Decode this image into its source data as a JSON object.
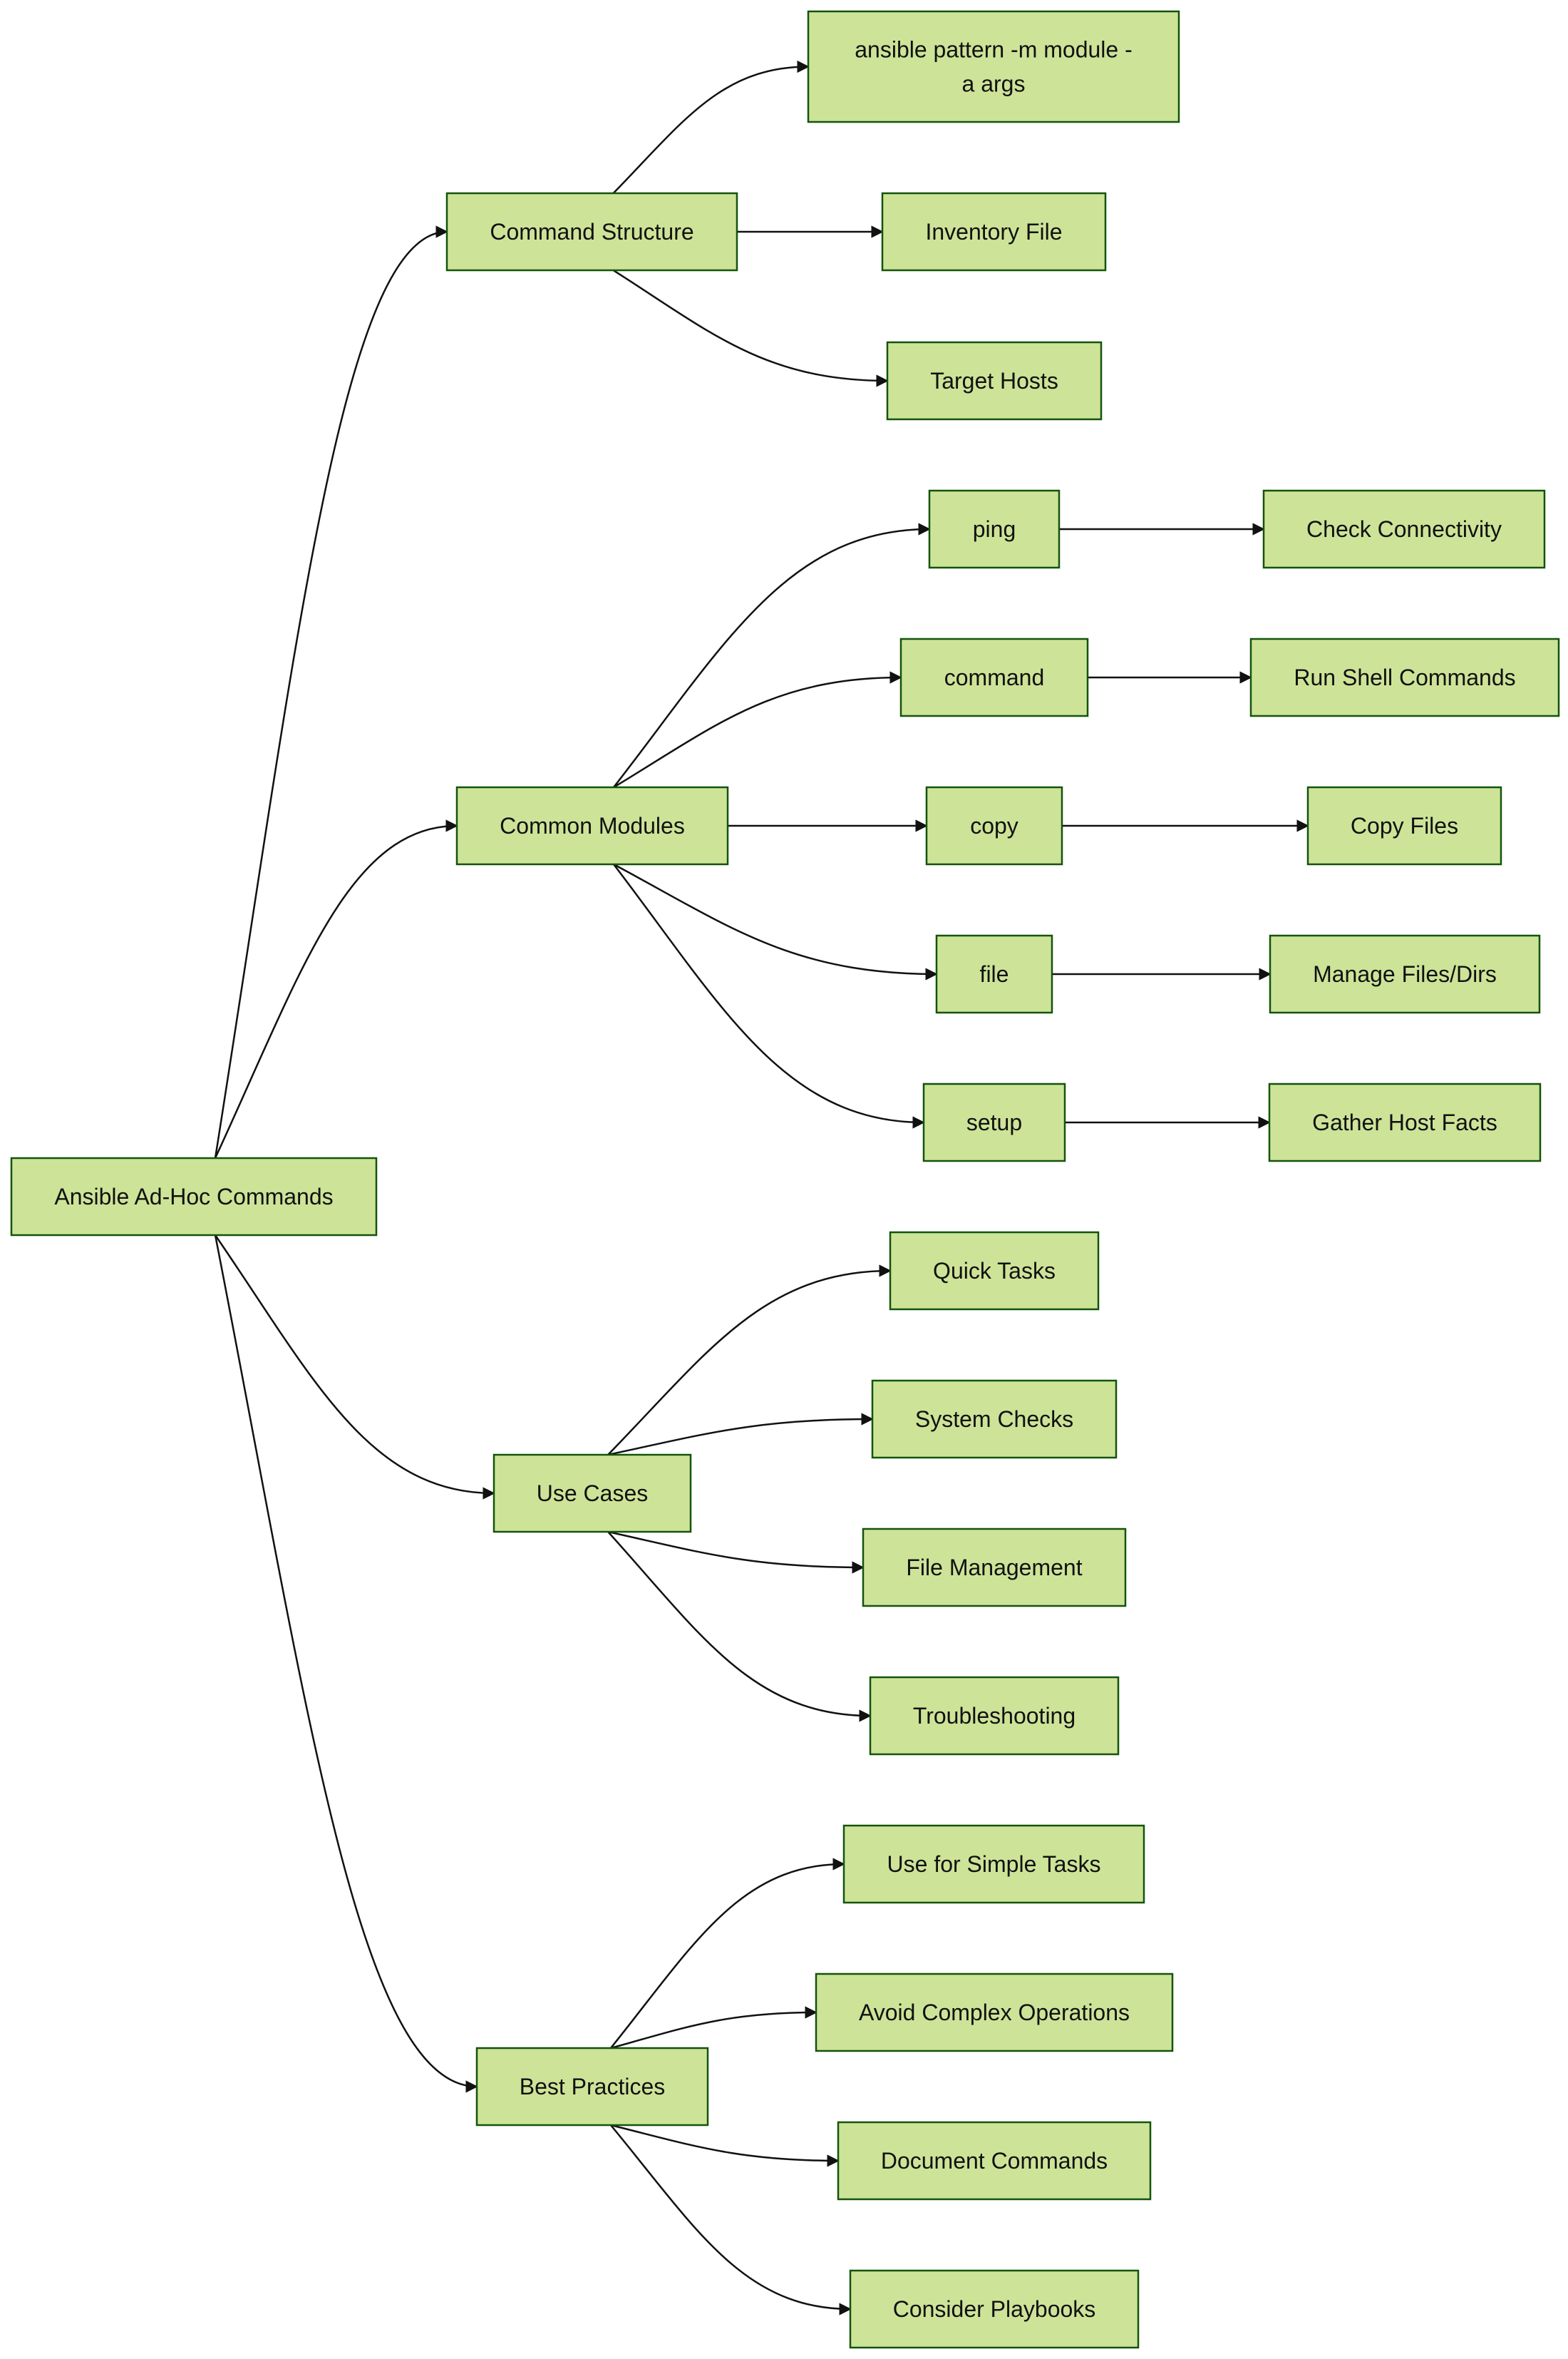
{
  "diagram": {
    "type": "mindmap-flowchart",
    "colors": {
      "node_fill": "#cde498",
      "node_border": "#13540c",
      "edge": "#111111",
      "background": "#ffffff"
    },
    "nodes": [
      {
        "id": "root",
        "lines": [
          "Ansible Ad-Hoc Commands"
        ]
      },
      {
        "id": "cmd_structure",
        "lines": [
          "Command Structure"
        ]
      },
      {
        "id": "syntax",
        "lines": [
          "ansible pattern -m module -",
          "a args"
        ]
      },
      {
        "id": "inventory",
        "lines": [
          "Inventory File"
        ]
      },
      {
        "id": "targets",
        "lines": [
          "Target Hosts"
        ]
      },
      {
        "id": "modules",
        "lines": [
          "Common Modules"
        ]
      },
      {
        "id": "ping",
        "lines": [
          "ping"
        ]
      },
      {
        "id": "check_conn",
        "lines": [
          "Check Connectivity"
        ]
      },
      {
        "id": "command",
        "lines": [
          "command"
        ]
      },
      {
        "id": "run_shell",
        "lines": [
          "Run Shell Commands"
        ]
      },
      {
        "id": "copy",
        "lines": [
          "copy"
        ]
      },
      {
        "id": "copy_files",
        "lines": [
          "Copy Files"
        ]
      },
      {
        "id": "file",
        "lines": [
          "file"
        ]
      },
      {
        "id": "manage_files",
        "lines": [
          "Manage Files/Dirs"
        ]
      },
      {
        "id": "setup",
        "lines": [
          "setup"
        ]
      },
      {
        "id": "gather_facts",
        "lines": [
          "Gather Host Facts"
        ]
      },
      {
        "id": "use_cases",
        "lines": [
          "Use Cases"
        ]
      },
      {
        "id": "quick_tasks",
        "lines": [
          "Quick Tasks"
        ]
      },
      {
        "id": "system_checks",
        "lines": [
          "System Checks"
        ]
      },
      {
        "id": "file_mgmt",
        "lines": [
          "File Management"
        ]
      },
      {
        "id": "troubleshooting",
        "lines": [
          "Troubleshooting"
        ]
      },
      {
        "id": "best_practices",
        "lines": [
          "Best Practices"
        ]
      },
      {
        "id": "simple_tasks",
        "lines": [
          "Use for Simple Tasks"
        ]
      },
      {
        "id": "avoid_complex",
        "lines": [
          "Avoid Complex Operations"
        ]
      },
      {
        "id": "document",
        "lines": [
          "Document Commands"
        ]
      },
      {
        "id": "playbooks",
        "lines": [
          "Consider Playbooks"
        ]
      }
    ],
    "edges": [
      {
        "from": "root",
        "to": "cmd_structure"
      },
      {
        "from": "root",
        "to": "modules"
      },
      {
        "from": "root",
        "to": "use_cases"
      },
      {
        "from": "root",
        "to": "best_practices"
      },
      {
        "from": "cmd_structure",
        "to": "syntax"
      },
      {
        "from": "cmd_structure",
        "to": "inventory"
      },
      {
        "from": "cmd_structure",
        "to": "targets"
      },
      {
        "from": "modules",
        "to": "ping"
      },
      {
        "from": "modules",
        "to": "command"
      },
      {
        "from": "modules",
        "to": "copy"
      },
      {
        "from": "modules",
        "to": "file"
      },
      {
        "from": "modules",
        "to": "setup"
      },
      {
        "from": "ping",
        "to": "check_conn"
      },
      {
        "from": "command",
        "to": "run_shell"
      },
      {
        "from": "copy",
        "to": "copy_files"
      },
      {
        "from": "file",
        "to": "manage_files"
      },
      {
        "from": "setup",
        "to": "gather_facts"
      },
      {
        "from": "use_cases",
        "to": "quick_tasks"
      },
      {
        "from": "use_cases",
        "to": "system_checks"
      },
      {
        "from": "use_cases",
        "to": "file_mgmt"
      },
      {
        "from": "use_cases",
        "to": "troubleshooting"
      },
      {
        "from": "best_practices",
        "to": "simple_tasks"
      },
      {
        "from": "best_practices",
        "to": "avoid_complex"
      },
      {
        "from": "best_practices",
        "to": "document"
      },
      {
        "from": "best_practices",
        "to": "playbooks"
      }
    ]
  }
}
